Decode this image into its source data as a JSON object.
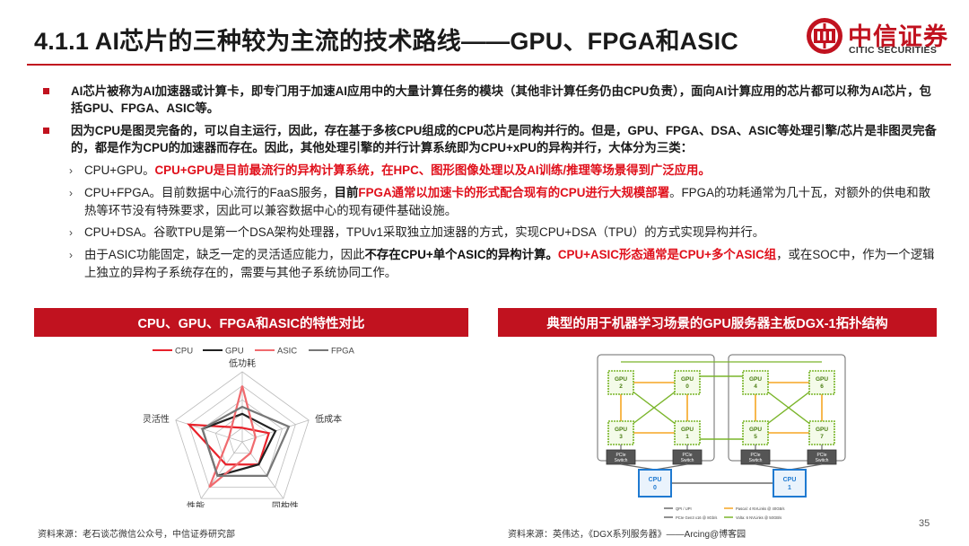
{
  "slide": {
    "title": "4.1.1 AI芯片的三种较为主流的技术路线——GPU、FPGA和ASIC",
    "page": "35"
  },
  "logo": {
    "cn": "中信证券",
    "en": "CITIC SECURITIES"
  },
  "bullets": [
    {
      "text": "AI芯片被称为AI加速器或计算卡，即专门用于加速AI应用中的大量计算任务的模块（其他非计算任务仍由CPU负责），面向AI计算应用的芯片都可以称为AI芯片，包括GPU、FPGA、ASIC等。"
    },
    {
      "text": "因为CPU是图灵完备的，可以自主运行，因此，存在基于多核CPU组成的CPU芯片是同构并行的。但是，GPU、FPGA、DSA、ASIC等处理引擎/芯片是非图灵完备的，都是作为CPU的加速器而存在。因此，其他处理引擎的并行计算系统即为CPU+xPU的异构并行，大体分为三类："
    }
  ],
  "subs": [
    {
      "a": "CPU+GPU。",
      "b": "CPU+GPU是目前最流行的异构计算系统，在HPC、图形图像处理以及AI训练/推理等场景得到广泛应用。"
    },
    {
      "a": "CPU+FPGA。目前数据中心流行的FaaS服务，",
      "b": "目前",
      "c": "FPGA通常以加速卡的形式配合现有的CPU进行大规模部署",
      "d": "。FPGA的功耗通常为几十瓦，对额外的供电和散热等环节没有特殊要求，因此可以兼容数据中心的现有硬件基础设施。"
    },
    {
      "a": "CPU+DSA。谷歌TPU是第一个DSA架构处理器，TPUv1采取独立加速器的方式，实现CPU+DSA（TPU）的方式实现异构并行。"
    },
    {
      "a": "由于ASIC功能固定，缺乏一定的灵活适应能力，因此",
      "b": "不存在CPU+单个ASIC的异构计算。",
      "c": "CPU+ASIC形态通常是CPU+多个ASIC组",
      "d": "，或在SOC中，作为一个逻辑上独立的异构子系统存在的，需要与其他子系统协同工作。"
    }
  ],
  "left_panel": {
    "title": "CPU、GPU、FPGA和ASIC的特性对比",
    "source": "资料来源：老石谈芯微信公众号，中信证券研究部"
  },
  "right_panel": {
    "title": "典型的用于机器学习场景的GPU服务器主板DGX-1拓扑结构",
    "source": "资料来源：英伟达，《DGX系列服务器》——Arcing@博客园"
  },
  "chart_data": {
    "type": "radar",
    "axes": [
      "低功耗",
      "低成本",
      "同构性",
      "性能",
      "灵活性"
    ],
    "range": [
      0,
      5
    ],
    "series": [
      {
        "name": "CPU",
        "color": "#e8222b",
        "values": [
          1,
          2,
          2,
          2,
          4
        ]
      },
      {
        "name": "GPU",
        "color": "#222222",
        "values": [
          2,
          2.5,
          2,
          3,
          3
        ]
      },
      {
        "name": "ASIC",
        "color": "#f06a6e",
        "values": [
          4,
          1,
          1,
          4,
          1
        ]
      },
      {
        "name": "FPGA",
        "color": "#777777",
        "values": [
          2.5,
          3.5,
          3,
          3,
          3
        ]
      }
    ],
    "legend": "top"
  },
  "dgx": {
    "gpus_top": [
      "GPU 2",
      "GPU 0",
      "GPU 4",
      "GPU 6"
    ],
    "gpus_bottom": [
      "GPU 3",
      "GPU 1",
      "GPU 5",
      "GPU 7"
    ],
    "switches": [
      "PCIe Switch",
      "PCIe Switch",
      "PCIe Switch",
      "PCIe Switch"
    ],
    "cpus": [
      "CPU 0",
      "CPU 1"
    ],
    "legend": [
      "QPI / UPI",
      "PCIe Gen3 x16 @ 8Gb/s",
      "Pascal: 4 NVLinks @ 40GB/s",
      "Volta: 6 NVLinks @ 50GB/s"
    ]
  }
}
